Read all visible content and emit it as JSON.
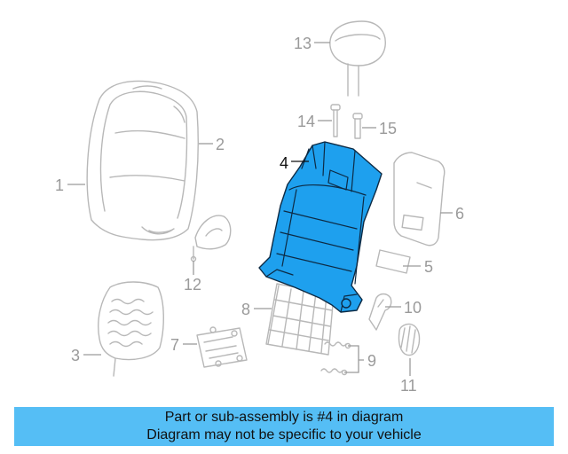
{
  "diagram": {
    "highlight_color": "#1ea0ee",
    "banner_color": "#55bef5",
    "highlighted_callout": "4",
    "callouts": [
      "1",
      "2",
      "3",
      "4",
      "5",
      "6",
      "7",
      "8",
      "9",
      "10",
      "11",
      "12",
      "13",
      "14",
      "15"
    ]
  },
  "banner": {
    "line1": "Part or sub-assembly is #4 in diagram",
    "line2": "Diagram may not be specific to your vehicle"
  }
}
